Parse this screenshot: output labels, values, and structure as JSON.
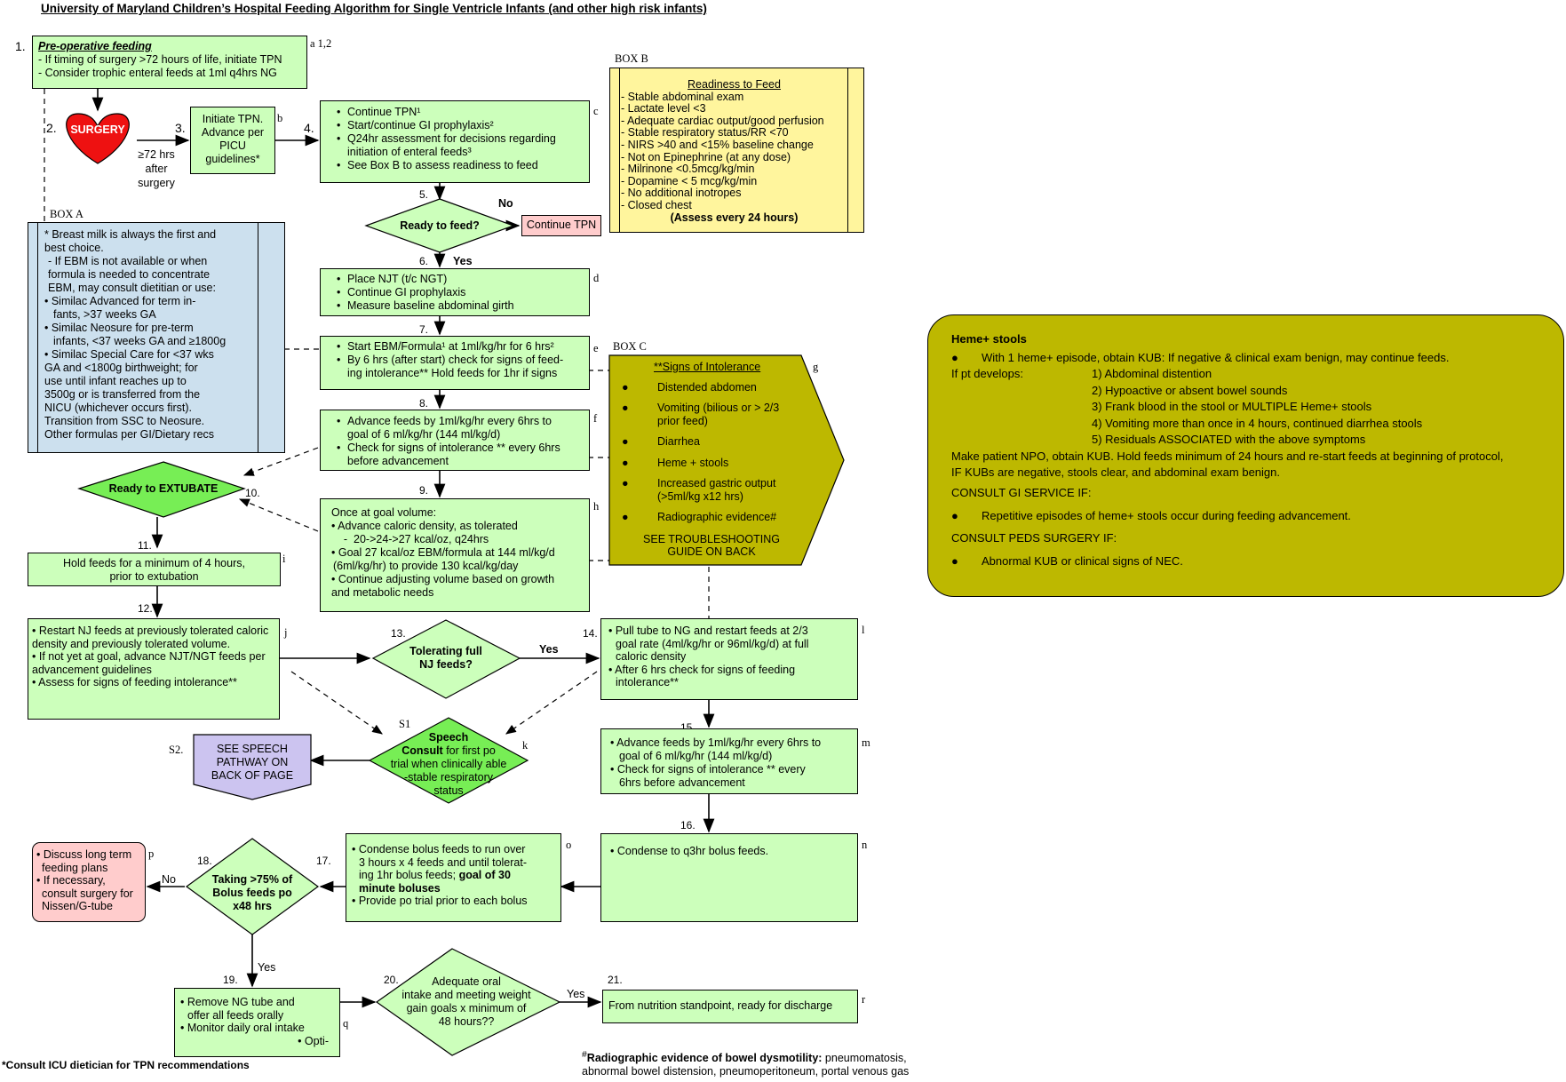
{
  "title": "University of Maryland Children’s Hospital Feeding Algorithm for Single Ventricle Infants (and other high risk infants)",
  "step_numbers": {
    "s1": "1.",
    "s2": "2.",
    "s3": "3.",
    "s4": "4.",
    "s5": "5.",
    "s6": "6.",
    "s7": "7.",
    "s8": "8.",
    "s9": "9.",
    "s10": "10.",
    "s11": "11.",
    "s12": "12.",
    "s13": "13.",
    "s14": "14.",
    "s15": "15.",
    "s16": "16.",
    "s17": "17.",
    "s18": "18.",
    "s19": "19.",
    "s20": "20.",
    "s21": "21.",
    "speech1": "S1",
    "speech2": "S2."
  },
  "letters": {
    "a": "a 1,2",
    "b": "b",
    "c": "c",
    "d": "d",
    "e": "e",
    "f": "f",
    "g": "g",
    "h": "h",
    "i": "i",
    "j": "j",
    "k": "k",
    "l": "l",
    "m": "m",
    "n": "n",
    "o": "o",
    "p": "p",
    "q": "q",
    "r": "r"
  },
  "preop": {
    "heading": "Pre-operative feeding",
    "line1": "- If timing of surgery >72 hours of life, initiate TPN",
    "line2": "- Consider trophic enteral feeds at 1ml q4hrs NG"
  },
  "surgery": {
    "label": "SURGERY",
    "after_label": [
      "≥72 hrs",
      "after",
      "surgery"
    ]
  },
  "initiate_tpn": [
    "Initiate TPN.",
    "Advance per",
    "PICU",
    "guidelines*"
  ],
  "box4": [
    "Continue TPN¹",
    "Start/continue GI prophylaxis²",
    "Q24hr assessment for decisions regarding initiation of enteral feeds³",
    "See Box B to assess readiness to feed"
  ],
  "box_b": {
    "label": "BOX B",
    "heading": "Readiness to Feed",
    "items": [
      "- Stable abdominal exam",
      "- Lactate level <3",
      "- Adequate cardiac output/good perfusion",
      "- Stable respiratory status/RR <70",
      "- NIRS >40 and <15% baseline change",
      "- Not on Epinephrine (at any dose)",
      "- Milrinone <0.5mcg/kg/min",
      "- Dopamine < 5 mcg/kg/min",
      "- No additional inotropes",
      "- Closed chest"
    ],
    "footer": "(Assess every 24 hours)"
  },
  "ready_to_feed": {
    "label": "Ready to feed?",
    "no": "No",
    "yes": "Yes",
    "continue_tpn": "Continue TPN"
  },
  "box_a": {
    "label": "BOX A",
    "lines": [
      "* Breast milk is always the first and",
      "best choice.",
      "- If EBM is not available or when",
      "formula is needed to concentrate",
      "EBM, may consult dietitian or use:",
      "•  Similac Advanced for term in-",
      "fants, >37 weeks GA",
      "•  Similac Neosure for pre-term",
      "infants, <37 weeks GA and ≥1800g",
      "•  Similac Special Care for <37 wks",
      "GA and <1800g birthweight; for",
      "use until infant reaches up to",
      "3500g or is transferred from the",
      "NICU (whichever occurs first).",
      "Transition from SSC to Neosure.",
      "Other formulas per GI/Dietary recs"
    ]
  },
  "box6": [
    "Place NJT (t/c NGT)",
    "Continue GI prophylaxis",
    "Measure baseline abdominal girth"
  ],
  "box7": [
    "Start EBM/Formula¹ at 1ml/kg/hr for 6 hrs²",
    "By 6 hrs (after start) check for signs of feed-",
    "ing intolerance** Hold feeds for 1hr if signs"
  ],
  "box8": [
    "Advance feeds by 1ml/kg/hr every 6hrs to",
    "goal of 6 ml/kg/hr (144 ml/kg/d)",
    "Check for signs of intolerance ** every 6hrs",
    "before advancement"
  ],
  "box9": {
    "head": "Once at goal volume:",
    "lines": [
      "•  Advance caloric density, as tolerated",
      "    -  20->24->27 kcal/oz, q24hrs",
      "•  Goal 27 kcal/oz EBM/formula at 144 ml/kg/d",
      "(6ml/kg/hr) to provide 130 kcal/kg/day",
      "•  Continue adjusting volume based on growth",
      "and metabolic needs"
    ]
  },
  "box_c": {
    "label": "BOX C",
    "heading": "**Signs of Intolerance",
    "items": [
      "Distended abdomen",
      "Vomiting (bilious or > 2/3 prior feed)",
      "Diarrhea",
      "Heme + stools",
      "Increased gastric output (>5ml/kg x12 hrs)",
      "Radiographic evidence#"
    ],
    "footer": [
      "SEE TROUBLESHOOTING",
      "GUIDE ON BACK"
    ]
  },
  "extubate": "Ready to EXTUBATE",
  "box11": [
    "Hold feeds for a minimum of 4 hours,",
    "prior to extubation"
  ],
  "box12": [
    "• Restart NJ feeds at previously tolerated caloric",
    "density and previously tolerated volume.",
    "• If not yet at goal, advance NJT/NGT feeds per",
    "advancement guidelines",
    "• Assess for signs of feeding intolerance**"
  ],
  "tolerating": {
    "label": [
      "Tolerating full",
      "NJ feeds?"
    ],
    "yes": "Yes"
  },
  "box14": [
    "• Pull tube to NG and restart feeds at 2/3",
    "goal rate (4ml/kg/hr or 96ml/kg/d) at full",
    "caloric density",
    "• After 6 hrs check for signs of feeding",
    "intolerance**"
  ],
  "speech": {
    "bold": "Speech",
    "bold2": "Consult",
    "lines": [
      " for first po",
      "trial when clinically able",
      "-stable respiratory",
      "status"
    ]
  },
  "speech_pathway": [
    "SEE SPEECH",
    "PATHWAY ON",
    "BACK OF PAGE"
  ],
  "box15": [
    "• Advance feeds by 1ml/kg/hr every 6hrs to",
    "goal of 6 ml/kg/hr (144 ml/kg/d)",
    "• Check for signs of intolerance ** every",
    "6hrs before advancement"
  ],
  "box16": "• Condense to q3hr bolus feeds.",
  "box17": [
    "• Condense bolus feeds to run over",
    "3 hours x 4 feeds and until tolerat-",
    "ing 1hr bolus feeds; ",
    "goal of 30",
    "minute boluses",
    "• Provide po trial prior to each bolus"
  ],
  "taking": {
    "label": [
      "Taking >75% of",
      "Bolus feeds po",
      "x48 hrs"
    ],
    "no": "No",
    "yes": "Yes"
  },
  "box_p": [
    "• Discuss long term",
    "feeding plans",
    "• If necessary,",
    "consult surgery for",
    "Nissen/G-tube"
  ],
  "box19": [
    "• Remove NG tube and",
    "offer all feeds orally",
    "• Monitor daily oral intake",
    "• Opti-"
  ],
  "adequate": {
    "label": [
      "Adequate oral",
      "intake and meeting weight",
      "gain goals x minimum of",
      "48 hours??"
    ],
    "yes": "Yes"
  },
  "box21": "From nutrition standpoint, ready for discharge",
  "footnote_left": "*Consult ICU dietician for TPN recommendations",
  "footnote_bottom": {
    "bold": "Radiographic evidence of bowel dysmotility:",
    "rest": " pneumomatosis,",
    "line2": "abnormal bowel distension, pneumoperitoneum, portal venous gas"
  },
  "heme": {
    "title": "Heme+ stools",
    "l1": "With 1 heme+ episode, obtain KUB: If negative & clinical exam benign, may continue feeds.",
    "if_label": "If pt develops:",
    "items": [
      "1) Abdominal distention",
      "2) Hypoactive or absent bowel sounds",
      "3) Frank blood in the stool or MULTIPLE Heme+ stools",
      "4) Vomiting more than once in 4 hours, continued diarrhea stools",
      "5) Residuals ASSOCIATED with the above symptoms"
    ],
    "npo1": "Make patient NPO, obtain KUB. Hold feeds minimum of 24 hours and re-start feeds at beginning of protocol,",
    "npo2": "IF KUBs are negative, stools clear, and abdominal exam benign.",
    "gi_head": "CONSULT GI SERVICE IF:",
    "gi_item": "Repetitive episodes of heme+ stools occur during feeding advancement.",
    "peds_head": "CONSULT PEDS SURGERY IF:",
    "peds_item": "Abnormal KUB or clinical signs of NEC."
  }
}
